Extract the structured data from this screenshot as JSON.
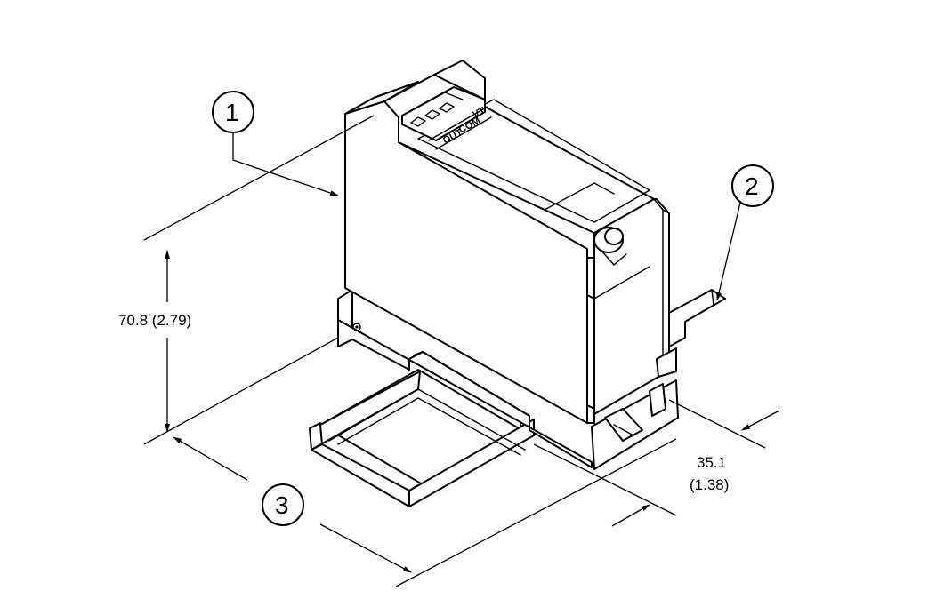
{
  "balloons": [
    {
      "id": "1",
      "label": "1"
    },
    {
      "id": "2",
      "label": "2"
    },
    {
      "id": "3",
      "label": "3"
    }
  ],
  "dimensions": {
    "height": "70.8 (2.79)",
    "depth_mm": "35.1",
    "depth_in": "(1.38)"
  },
  "terminals": {
    "vt": "VT",
    "com": "COM",
    "out": "OUT"
  }
}
